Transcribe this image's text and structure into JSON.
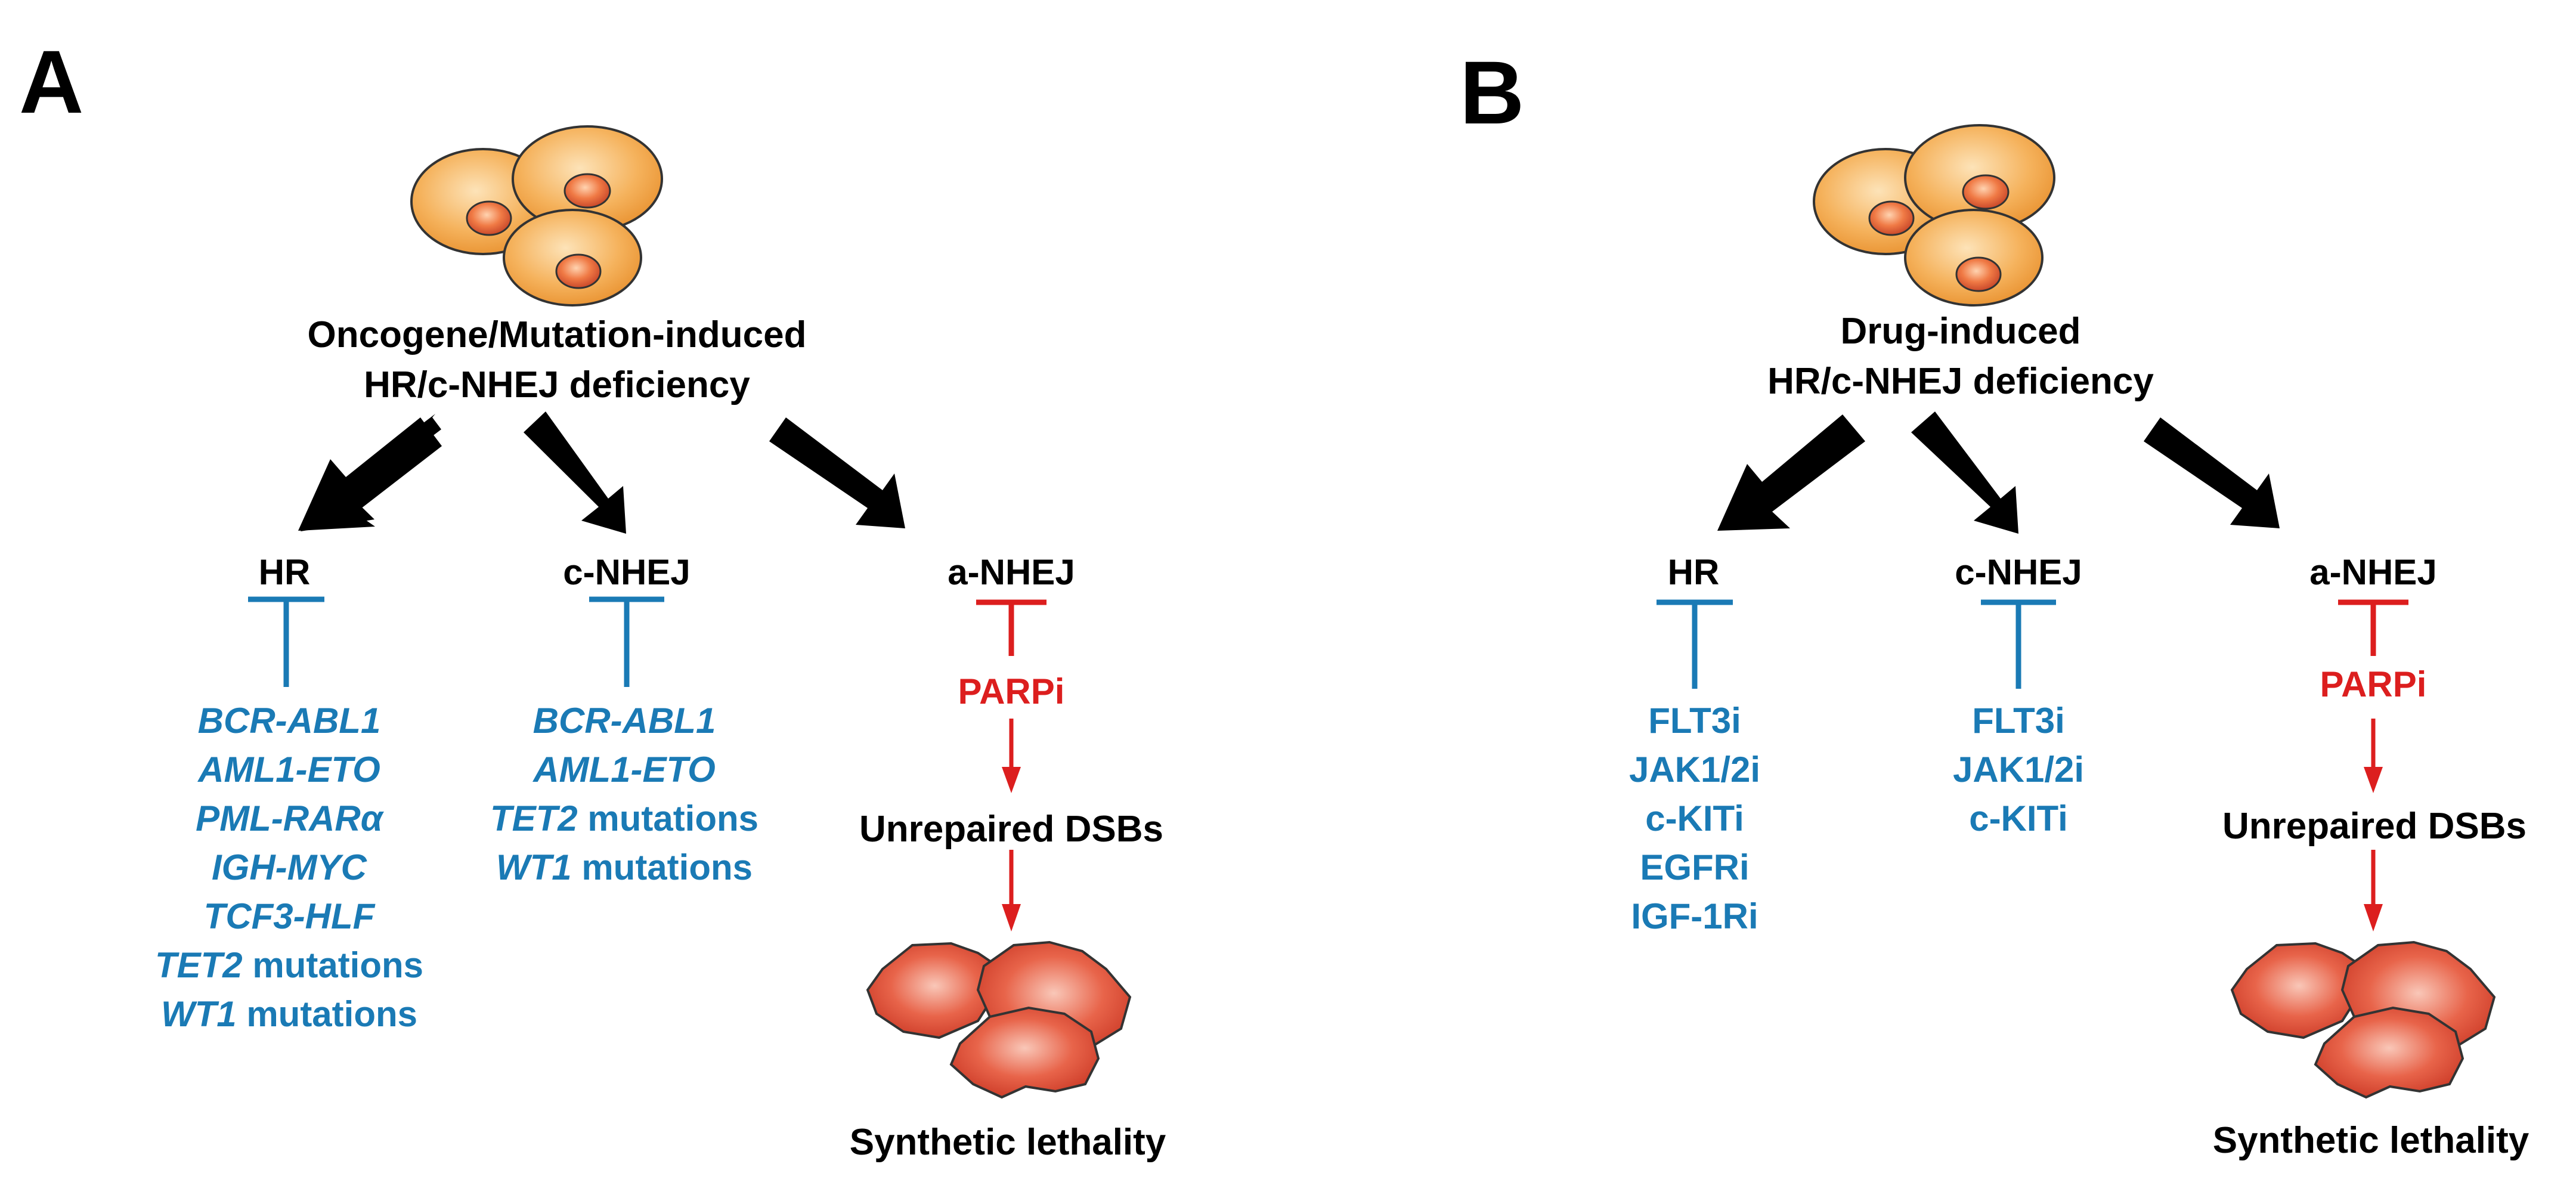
{
  "panels": {
    "A": {
      "letter": "A",
      "title_line1": "Oncogene/Mutation-induced",
      "title_line2": "HR/c-NHEJ deficiency",
      "hr": {
        "label": "HR",
        "items": [
          {
            "gene": "BCR-ABL1",
            "suffix": ""
          },
          {
            "gene": "AML1-ETO",
            "suffix": ""
          },
          {
            "gene": "PML-RARα",
            "suffix": ""
          },
          {
            "gene": "IGH-MYC",
            "suffix": ""
          },
          {
            "gene": "TCF3-HLF",
            "suffix": ""
          },
          {
            "gene": "TET2",
            "suffix": " mutations"
          },
          {
            "gene": "WT1",
            "suffix": " mutations"
          }
        ]
      },
      "cnhej": {
        "label": "c-NHEJ",
        "items": [
          {
            "gene": "BCR-ABL1",
            "suffix": ""
          },
          {
            "gene": "AML1-ETO",
            "suffix": ""
          },
          {
            "gene": "TET2",
            "suffix": " mutations"
          },
          {
            "gene": "WT1",
            "suffix": " mutations"
          }
        ]
      },
      "anhej": {
        "label": "a-NHEJ",
        "inhibitor": "PARPi",
        "result": "Unrepaired DSBs",
        "outcome": "Synthetic lethality"
      }
    },
    "B": {
      "letter": "B",
      "title_line1": "Drug-induced",
      "title_line2": "HR/c-NHEJ deficiency",
      "hr": {
        "label": "HR",
        "items": [
          "FLT3i",
          "JAK1/2i",
          "c-KITi",
          "EGFRi",
          "IGF-1Ri"
        ]
      },
      "cnhej": {
        "label": "c-NHEJ",
        "items": [
          "FLT3i",
          "JAK1/2i",
          "c-KITi"
        ]
      },
      "anhej": {
        "label": "a-NHEJ",
        "inhibitor": "PARPi",
        "result": "Unrepaired DSBs",
        "outcome": "Synthetic lethality"
      }
    }
  },
  "colors": {
    "blue": "#1a7ab5",
    "red": "#dc1e1e",
    "black": "#000000",
    "cell_body": "#f5b25c",
    "cell_nucleus": "#ea6e3c",
    "dead_cell": "#e04a2f"
  },
  "icons": [
    "healthy-cell-cluster-icon",
    "dead-cell-cluster-icon"
  ]
}
